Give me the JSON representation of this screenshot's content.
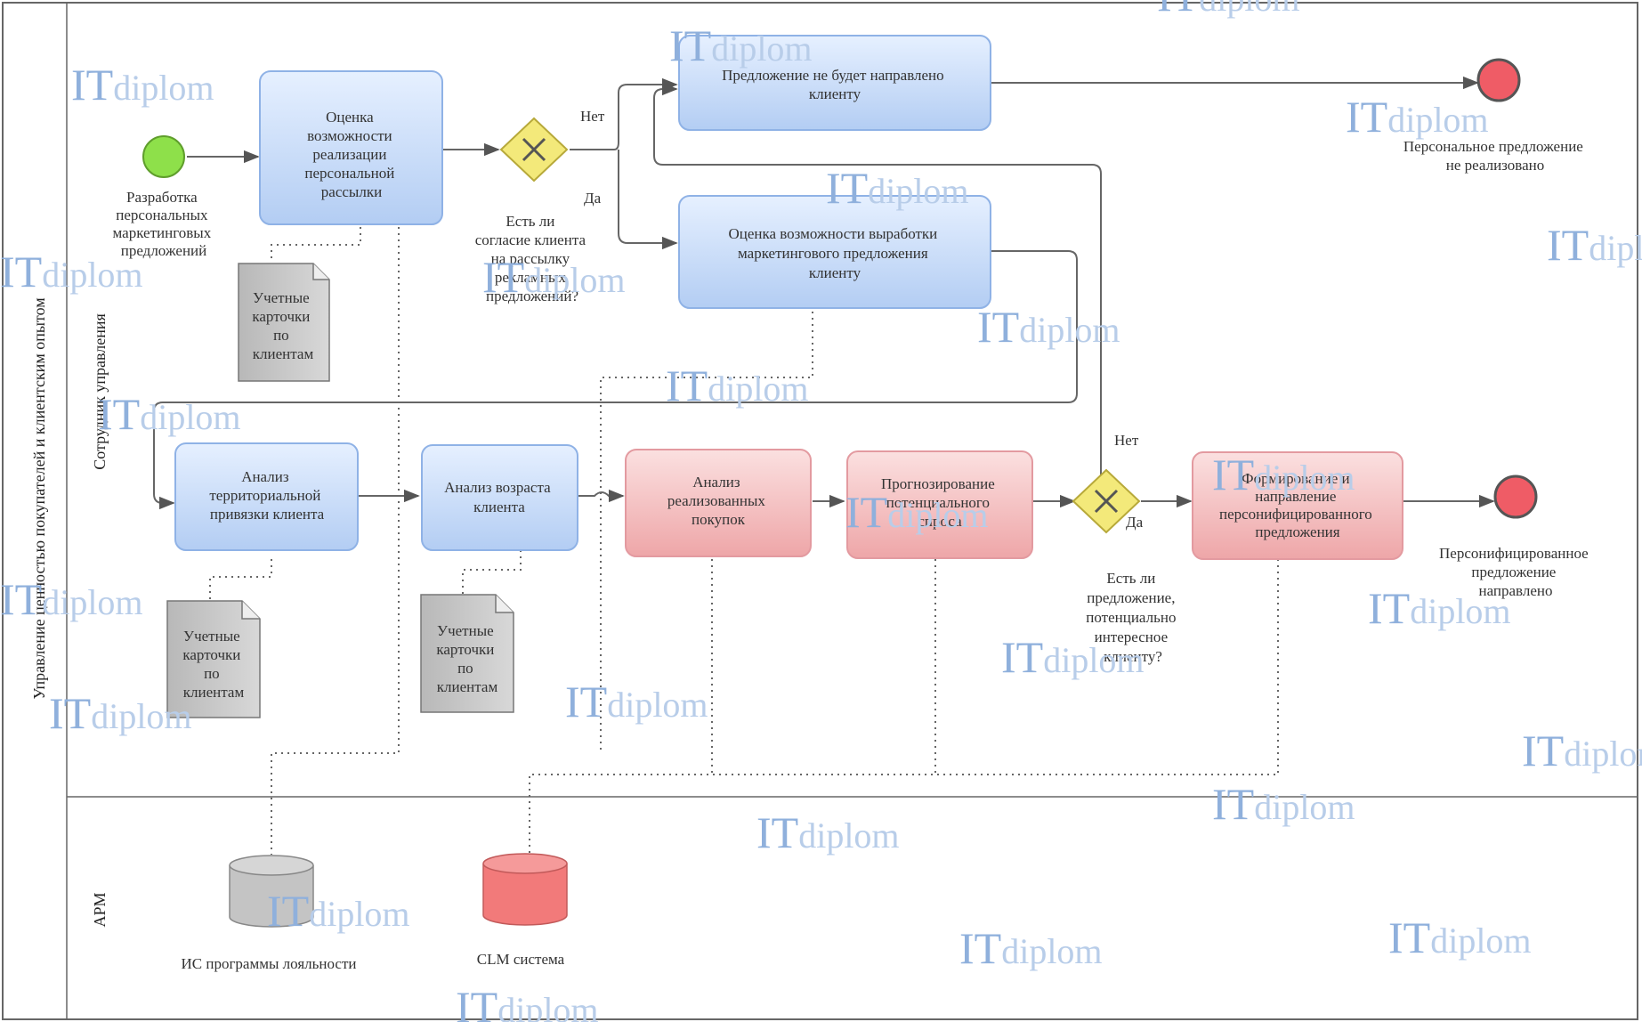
{
  "pool": {
    "title": "Управление ценностью покупателей и клиентским опытом",
    "lanes": [
      "Сотрудник управления",
      "АРМ"
    ]
  },
  "events": {
    "start": "Разработка персональных маркетинговых предложений",
    "end_top": "Персональное предложение не реализовано",
    "end_bottom": "Персонифицированное предложение направлено"
  },
  "tasks": {
    "t1": "Оценка возможности реализации персональной рассылки",
    "t2": "Предложение не будет направлено клиенту",
    "t3": "Оценка возможности выработки маркетингового предложения клиенту",
    "t4": "Анализ территориальной привязки клиента",
    "t5": "Анализ возраста клиента",
    "t6": "Анализ реализованных покупок",
    "t7": "Прогнозирование потенциального спроса",
    "t8": "Формирование и направление персонифицированного предложения"
  },
  "gateways": {
    "g1": "Есть ли согласие клиента на рассылку рекламных предложений?",
    "g2": "Есть ли предложение, потенциально интересное клиенту?"
  },
  "flow_labels": {
    "g1_no": "Нет",
    "g1_yes": "Да",
    "g2_no": "Нет",
    "g2_yes": "Да"
  },
  "documents": {
    "d1": "Учетные карточки по клиентам",
    "d2": "Учетные карточки по клиентам",
    "d3": "Учетные карточки по клиентам"
  },
  "datastores": {
    "s1": "ИС программы лояльности",
    "s2": "CLM система"
  },
  "watermark": {
    "it": "IT",
    "rest": "diplom"
  },
  "colors": {
    "task_blue": "#cfe0fb",
    "task_pink": "#f4c2c2",
    "start": "#8ee04a",
    "end": "#ef5c66",
    "gateway": "#f3e97a",
    "doc": "#c4c4c4",
    "store_grey": "#c4c4c4",
    "store_red": "#f27a7a"
  }
}
